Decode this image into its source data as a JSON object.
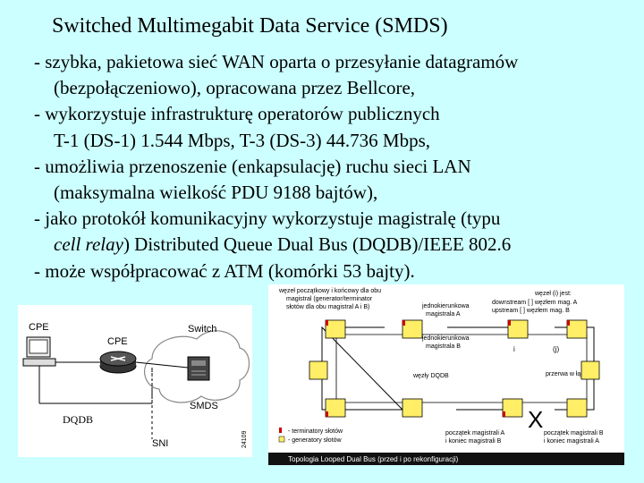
{
  "title": "Switched Multimegabit Data Service (SMDS)",
  "bullets": [
    {
      "lines": [
        "- szybka, pakietowa sieć WAN oparta o przesyłanie datagramów",
        "(bezpołączeniowo), opracowana przez Bellcore,"
      ]
    },
    {
      "lines": [
        "- wykorzystuje infrastrukturę operatorów publicznych",
        "T-1 (DS-1) 1.544 Mbps, T-3 (DS-3) 44.736 Mbps,"
      ]
    },
    {
      "lines": [
        "- umożliwia przenoszenie (enkapsulację) ruchu sieci LAN",
        "(maksymalna wielkość PDU 9188 bajtów),"
      ]
    },
    {
      "lines": [
        "- jako protokół komunikacyjny wykorzystuje magistralę (typu"
      ],
      "italic": "cell relay",
      "rest": ") Distributed Queue Dual Bus (DQDB)/IEEE 802.6"
    },
    {
      "lines": [
        "- może współpracować z ATM (komórki 53 bajty)."
      ]
    }
  ],
  "left_figure": {
    "cpe_left": "CPE",
    "cpe_router": "CPE",
    "switch": "Switch",
    "smds": "SMDS",
    "dqdb": "DQDB",
    "sni": "SNI",
    "figure_number": "24109"
  },
  "right_figure": {
    "top_left_note": [
      "węzeł początkowy i końcowy dla obu",
      "magistral (generator/terminator",
      "słotów dla obu magistral A i B)"
    ],
    "unidirectional_a": [
      "jednokierunkowa",
      "magistrala A"
    ],
    "unidirectional_b": [
      "jednokierunkowa",
      "magistrala B"
    ],
    "connection_nodes": "węzły DQDB",
    "top_right_note": [
      "węzeł (i) jest:",
      "downstream [ ] węzłem mag. A",
      "upstream [ ] węzłem mag. B"
    ],
    "gap_label": "przerwa w łączu",
    "node_labels": [
      "i",
      "(j)"
    ],
    "legend": [
      "- terminatory słotów",
      "- generatory słotów"
    ],
    "bus_start_end_a": [
      "początek magistrali A",
      "i koniec magistrali B"
    ],
    "bus_start_end_b": [
      "początek magistrali B",
      "i koniec magistrali A"
    ],
    "caption": "Topologia Looped Dual Bus (przed i po rekonfiguracji)"
  }
}
